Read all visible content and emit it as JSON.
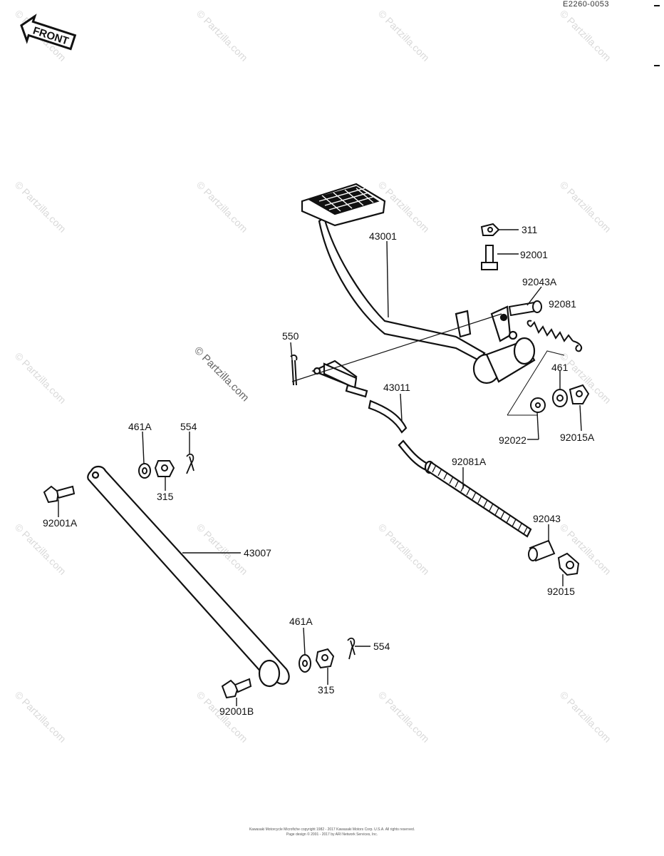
{
  "diagram_code": "E2260-0053",
  "front_arrow_label": "FRONT",
  "watermark": "© Partzilla.com",
  "labels": {
    "p43001": "43001",
    "p311": "311",
    "p92001": "92001",
    "p92043A": "92043A",
    "p92081": "92081",
    "p550": "550",
    "p43011": "43011",
    "p461": "461",
    "p92022": "92022",
    "p92015A": "92015A",
    "p461A_top": "461A",
    "p554_top": "554",
    "p315_top": "315",
    "p92001A": "92001A",
    "p92081A": "92081A",
    "p43007": "43007",
    "p92043": "92043",
    "p92015": "92015",
    "p461A_bot": "461A",
    "p554_bot": "554",
    "p315_bot": "315",
    "p92001B": "92001B"
  },
  "footer": {
    "line1": "Kawasaki Motorcycle Microfiche copyright 1982 - 2017 Kawasaki Motors Corp. U.S.A. All rights reserved.",
    "line2": "Page design © 2001 - 2017 by ARI Network Services, Inc."
  }
}
